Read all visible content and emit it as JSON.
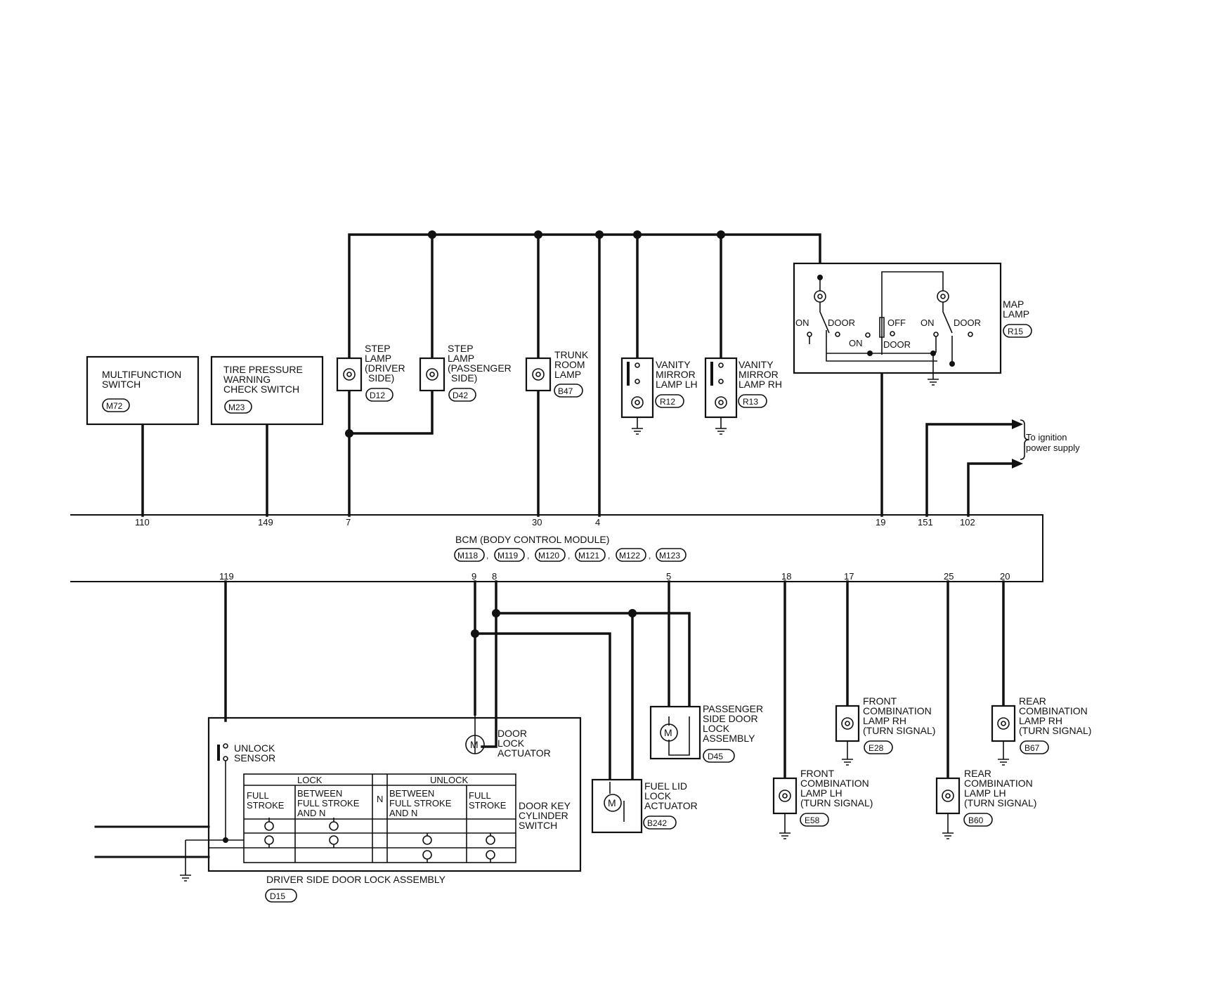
{
  "bcm": {
    "title": "BCM (BODY CONTROL MODULE)",
    "connectors": [
      "M118",
      "M119",
      "M120",
      "M121",
      "M122",
      "M123"
    ],
    "top_pins": [
      "110",
      "149",
      "7",
      "30",
      "4",
      "19",
      "151",
      "102"
    ],
    "bottom_pins": [
      "119",
      "9",
      "8",
      "5",
      "18",
      "17",
      "25",
      "20"
    ]
  },
  "components": {
    "multifunction": {
      "lines": [
        "MULTIFUNCTION",
        "SWITCH"
      ],
      "connector": "M72"
    },
    "tire_pressure": {
      "lines": [
        "TIRE PRESSURE",
        "WARNING",
        "CHECK SWITCH"
      ],
      "connector": "M23"
    },
    "step_lamp_driver": {
      "lines": [
        "STEP",
        "LAMP",
        "(DRIVER",
        "SIDE)"
      ],
      "connector": "D12"
    },
    "step_lamp_passenger": {
      "lines": [
        "STEP",
        "LAMP",
        "(PASSENGER",
        "SIDE)"
      ],
      "connector": "D42"
    },
    "trunk_room_lamp": {
      "lines": [
        "TRUNK",
        "ROOM",
        "LAMP"
      ],
      "connector": "B47"
    },
    "vanity_lh": {
      "lines": [
        "VANITY",
        "MIRROR",
        "LAMP LH"
      ],
      "connector": "R12"
    },
    "vanity_rh": {
      "lines": [
        "VANITY",
        "MIRROR",
        "LAMP RH"
      ],
      "connector": "R13"
    },
    "map_lamp": {
      "lines": [
        "MAP",
        "LAMP"
      ],
      "connector": "R15",
      "switch_labels": [
        "ON",
        "DOOR",
        "ON",
        "OFF",
        "DOOR",
        "ON",
        "DOOR"
      ]
    },
    "ignition": {
      "lines": [
        "To ignition",
        "power supply"
      ]
    },
    "passenger_door_lock": {
      "lines": [
        "PASSENGER",
        "SIDE DOOR",
        "LOCK",
        "ASSEMBLY"
      ],
      "connector": "D45"
    },
    "fuel_lid": {
      "lines": [
        "FUEL LID",
        "LOCK",
        "ACTUATOR"
      ],
      "connector": "B242"
    },
    "front_comb_rh": {
      "lines": [
        "FRONT",
        "COMBINATION",
        "LAMP RH",
        "(TURN SIGNAL)"
      ],
      "connector": "E28"
    },
    "front_comb_lh": {
      "lines": [
        "FRONT",
        "COMBINATION",
        "LAMP LH",
        "(TURN SIGNAL)"
      ],
      "connector": "E58"
    },
    "rear_comb_rh": {
      "lines": [
        "REAR",
        "COMBINATION",
        "LAMP RH",
        "(TURN SIGNAL)"
      ],
      "connector": "B67"
    },
    "rear_comb_lh": {
      "lines": [
        "REAR",
        "COMBINATION",
        "LAMP LH",
        "(TURN SIGNAL)"
      ],
      "connector": "B60"
    },
    "door_lock_actuator": {
      "lines": [
        "DOOR",
        "LOCK",
        "ACTUATOR"
      ]
    },
    "unlock_sensor": {
      "lines": [
        "UNLOCK",
        "SENSOR"
      ]
    },
    "door_key_cylinder": {
      "lines": [
        "DOOR KEY",
        "CYLINDER",
        "SWITCH"
      ]
    },
    "driver_door_lock": {
      "lines": [
        "DRIVER SIDE DOOR LOCK ASSEMBLY"
      ],
      "connector": "D15"
    }
  },
  "switch_table": {
    "lock": "LOCK",
    "unlock": "UNLOCK",
    "n": "N",
    "lock_cols": [
      [
        "FULL",
        "STROKE"
      ],
      [
        "BETWEEN",
        "FULL STROKE",
        "AND N"
      ]
    ],
    "unlock_cols": [
      [
        "BETWEEN",
        "FULL STROKE",
        "AND N"
      ],
      [
        "FULL",
        "STROKE"
      ]
    ]
  },
  "motor_symbol": "M"
}
